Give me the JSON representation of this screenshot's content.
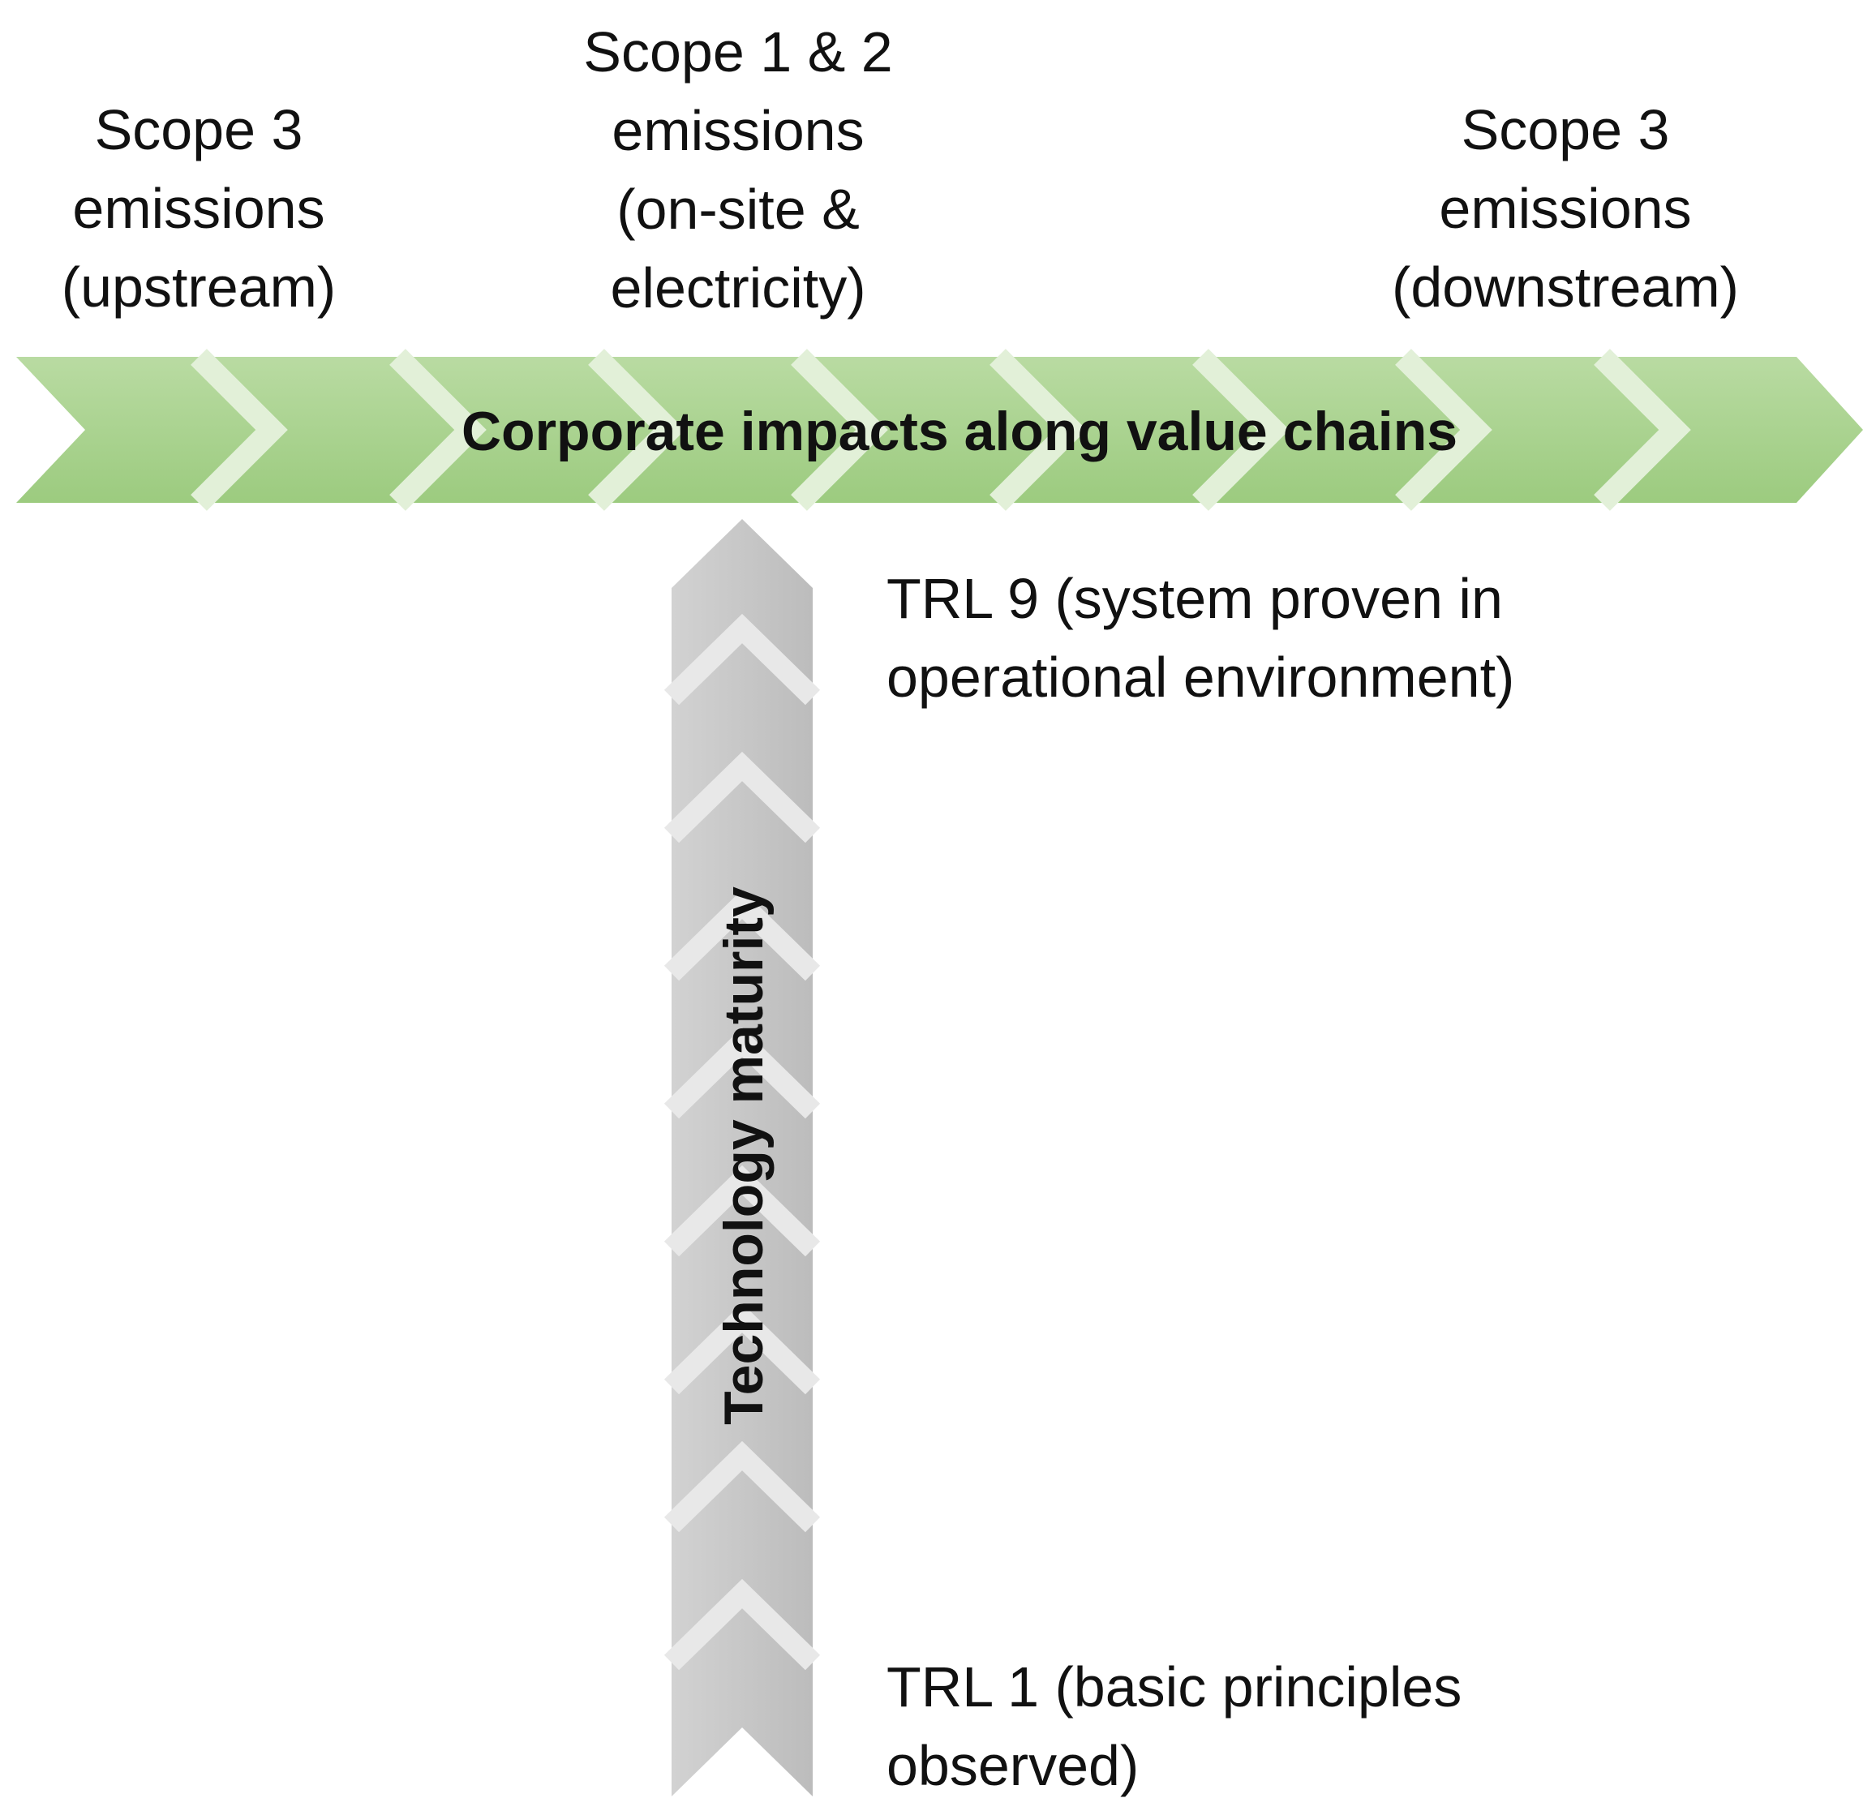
{
  "scopes": {
    "upstream": "Scope 3\nemissions\n(upstream)",
    "onsite": "Scope 1 & 2\nemissions\n(on-site &\nelectricity)",
    "downstream": "Scope 3\nemissions\n(downstream)"
  },
  "horizontal_arrow": {
    "label": "Corporate impacts along value chains",
    "color": "#a8d08d"
  },
  "vertical_arrow": {
    "label": "Technology maturity",
    "color": "#c8c8c8"
  },
  "trl": {
    "top": "TRL 9 (system proven in\noperational environment)",
    "bottom": "TRL 1 (basic principles\nobserved)"
  }
}
